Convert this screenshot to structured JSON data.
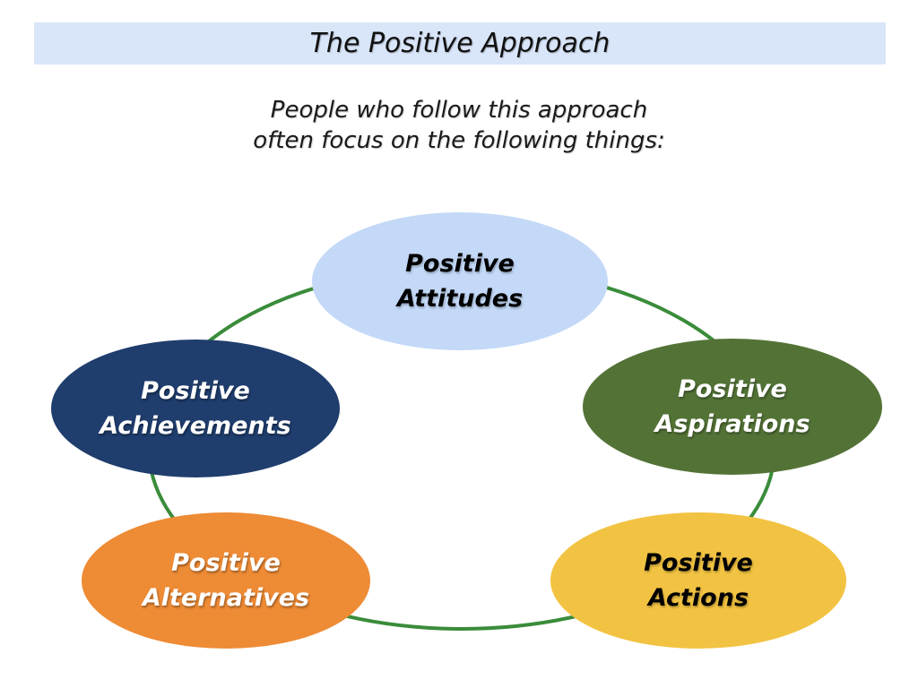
{
  "header": {
    "title": "The Positive Approach",
    "background": "#d9e6f9",
    "text_color": "#111111"
  },
  "subtitle": {
    "line1": "People who follow this approach",
    "line2": "often focus on the following things:"
  },
  "diagram": {
    "connector_color": "#3a8c3a",
    "connector_width": 4,
    "nodes": [
      {
        "id": "positive-attitudes",
        "line1": "Positive",
        "line2": "Attitudes",
        "fill": "#c3d9f7",
        "text_color": "#000000"
      },
      {
        "id": "positive-aspirations",
        "line1": "Positive",
        "line2": "Aspirations",
        "fill": "#537336",
        "text_color": "#ffffff"
      },
      {
        "id": "positive-achievements",
        "line1": "Positive",
        "line2": "Achievements",
        "fill": "#1f3d6d",
        "text_color": "#ffffff"
      },
      {
        "id": "positive-alternatives",
        "line1": "Positive",
        "line2": "Alternatives",
        "fill": "#ee8b35",
        "text_color": "#ffffff"
      },
      {
        "id": "positive-actions",
        "line1": "Positive",
        "line2": "Actions",
        "fill": "#f2c342",
        "text_color": "#000000"
      }
    ]
  }
}
